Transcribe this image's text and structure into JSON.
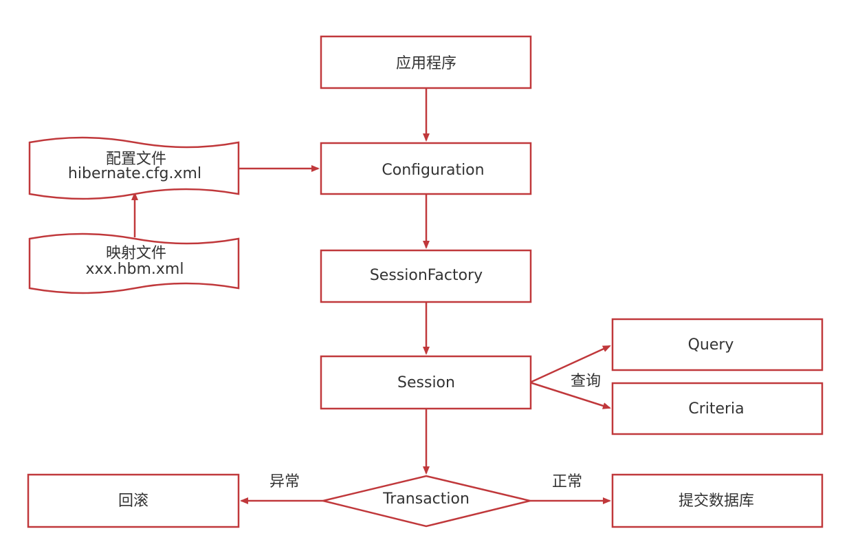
{
  "colors": {
    "stroke": "#c0383b",
    "text": "#333333",
    "background": "#ffffff"
  },
  "nodes": {
    "app": "应用程序",
    "config_file_title": "配置文件",
    "config_file_name": "hibernate.cfg.xml",
    "mapping_file_title": "映射文件",
    "mapping_file_name": "xxx.hbm.xml",
    "configuration": "Configuration",
    "session_factory": "SessionFactory",
    "session": "Session",
    "query": "Query",
    "criteria": "Criteria",
    "transaction": "Transaction",
    "rollback": "回滚",
    "commit": "提交数据库"
  },
  "edge_labels": {
    "query_label": "查询",
    "exception": "异常",
    "normal": "正常"
  }
}
